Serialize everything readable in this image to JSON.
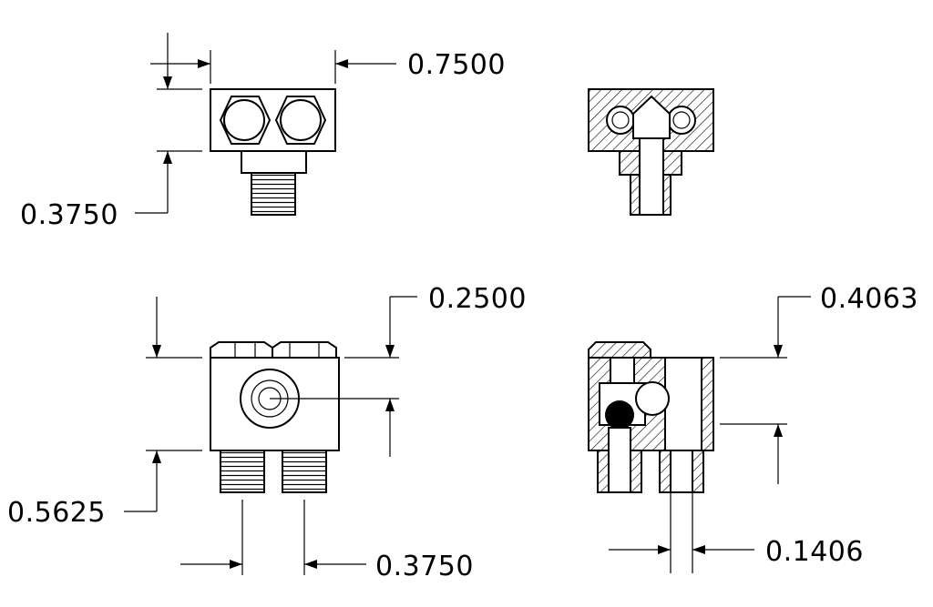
{
  "dimensions": {
    "top_width": "0.7500",
    "top_height": "0.3750",
    "front_top": "0.2500",
    "front_height": "0.5625",
    "front_spacing": "0.3750",
    "section_height": "0.4063",
    "section_bore": "0.1406"
  }
}
